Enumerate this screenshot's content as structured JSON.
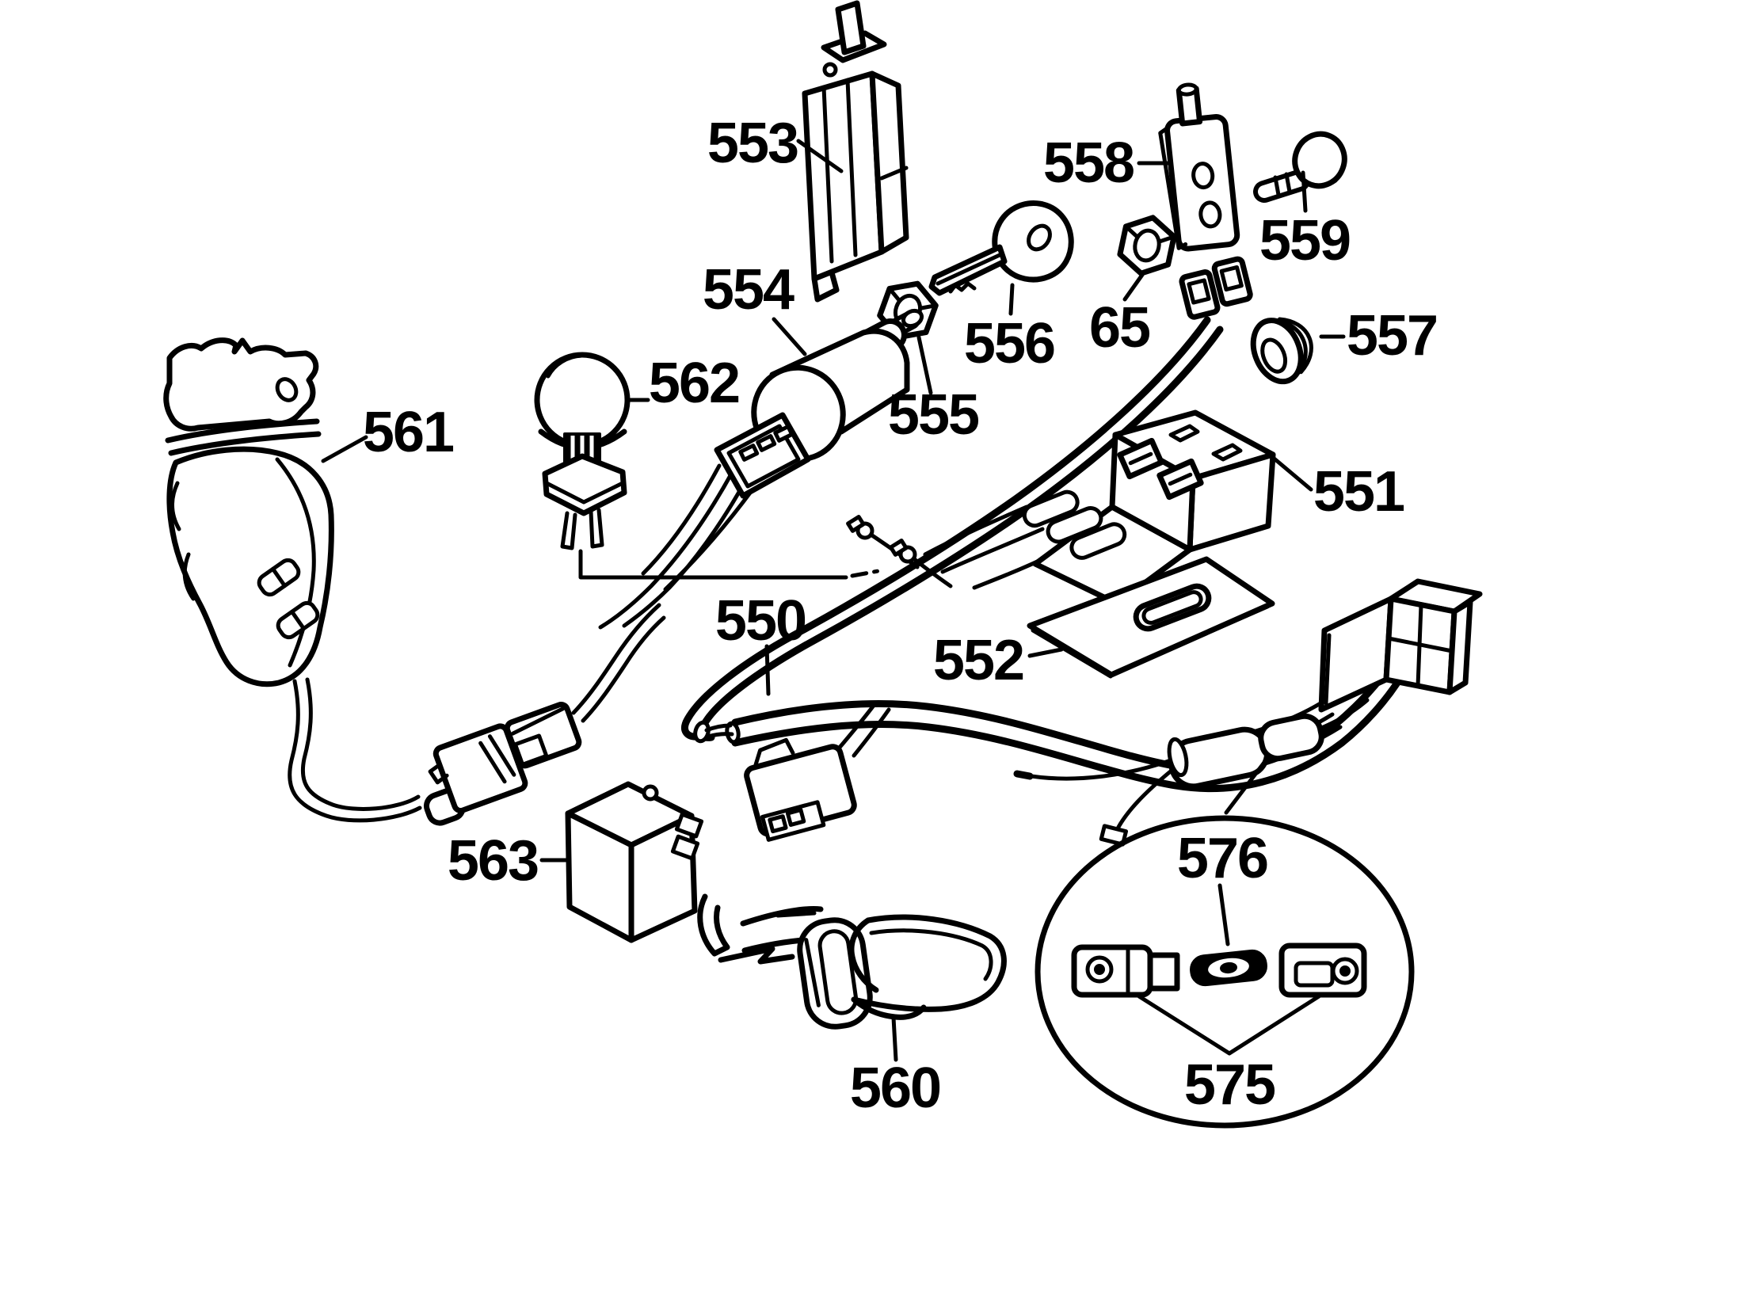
{
  "colors": {
    "ink": "#000000",
    "paper": "#ffffff"
  },
  "callouts": {
    "550": "550",
    "551": "551",
    "552": "552",
    "553": "553",
    "554": "554",
    "555": "555",
    "556": "556",
    "557": "557",
    "558": "558",
    "559": "559",
    "560": "560",
    "561": "561",
    "562": "562",
    "563": "563",
    "65": "65",
    "575": "575",
    "576": "576"
  }
}
